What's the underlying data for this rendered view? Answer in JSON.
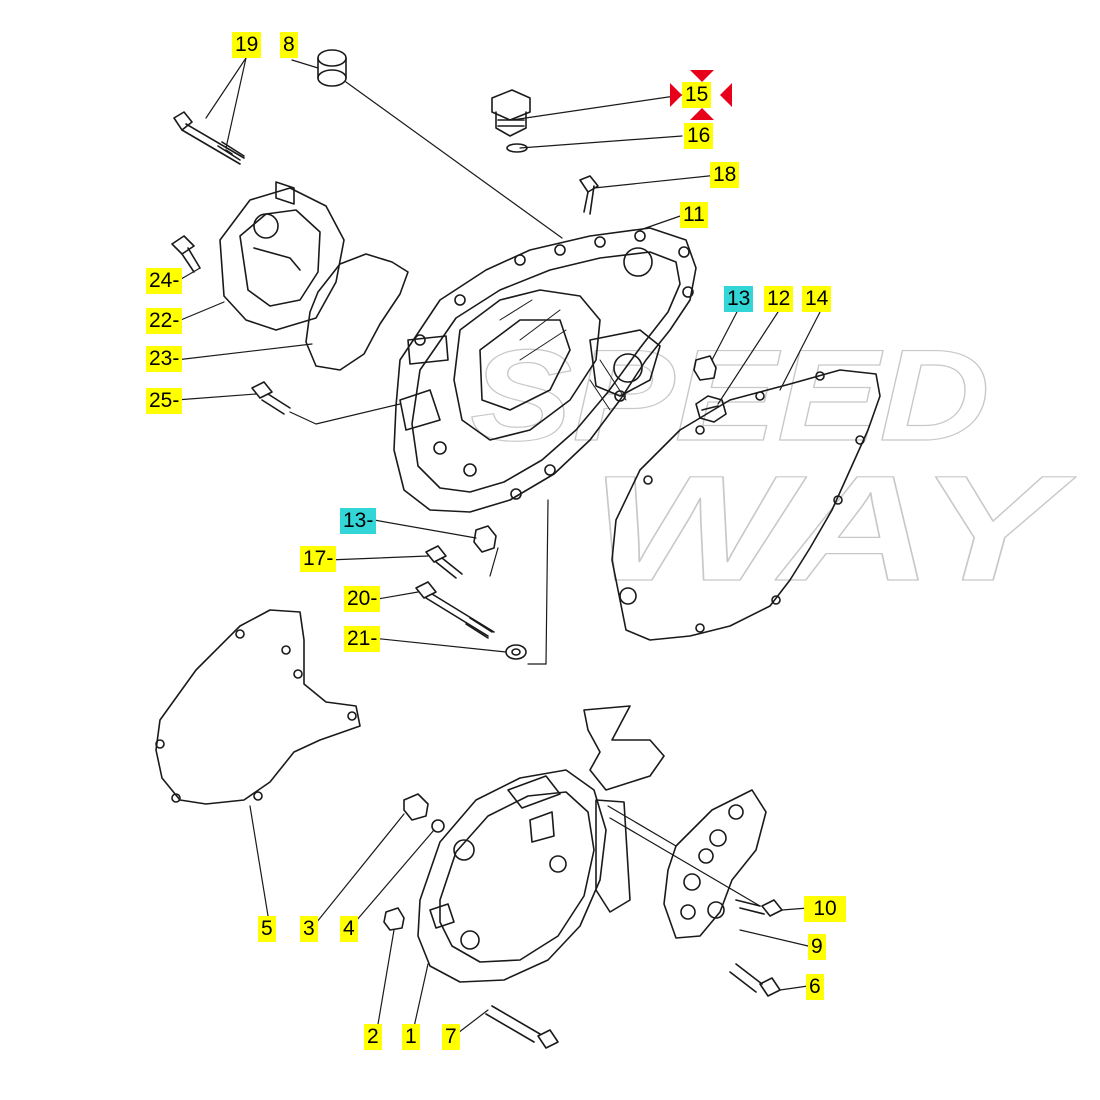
{
  "watermark": {
    "line1": "SPEED",
    "line2": "WAY"
  },
  "callouts": [
    {
      "id": "19",
      "label": "19"
    },
    {
      "id": "8",
      "label": "8"
    },
    {
      "id": "15",
      "label": "15",
      "selected": true
    },
    {
      "id": "16",
      "label": "16"
    },
    {
      "id": "18",
      "label": "18"
    },
    {
      "id": "11",
      "label": "11"
    },
    {
      "id": "24",
      "label": "24-"
    },
    {
      "id": "22",
      "label": "22-"
    },
    {
      "id": "23",
      "label": "23-"
    },
    {
      "id": "25",
      "label": "25-"
    },
    {
      "id": "13a",
      "label": "13"
    },
    {
      "id": "12",
      "label": "12"
    },
    {
      "id": "14",
      "label": "14"
    },
    {
      "id": "13b",
      "label": "13-"
    },
    {
      "id": "17",
      "label": "17-"
    },
    {
      "id": "20",
      "label": "20-"
    },
    {
      "id": "21",
      "label": "21-"
    },
    {
      "id": "10",
      "label": "10"
    },
    {
      "id": "9",
      "label": "9"
    },
    {
      "id": "6",
      "label": "6"
    },
    {
      "id": "5",
      "label": "5"
    },
    {
      "id": "3",
      "label": "3"
    },
    {
      "id": "4",
      "label": "4"
    },
    {
      "id": "2",
      "label": "2"
    },
    {
      "id": "1",
      "label": "1"
    },
    {
      "id": "7",
      "label": "7"
    }
  ],
  "colors": {
    "line": "#1a1a1a",
    "label_highlight": "#ffff00",
    "alt_highlight": "#33d6d6",
    "selection_marker": "#e8001a"
  }
}
